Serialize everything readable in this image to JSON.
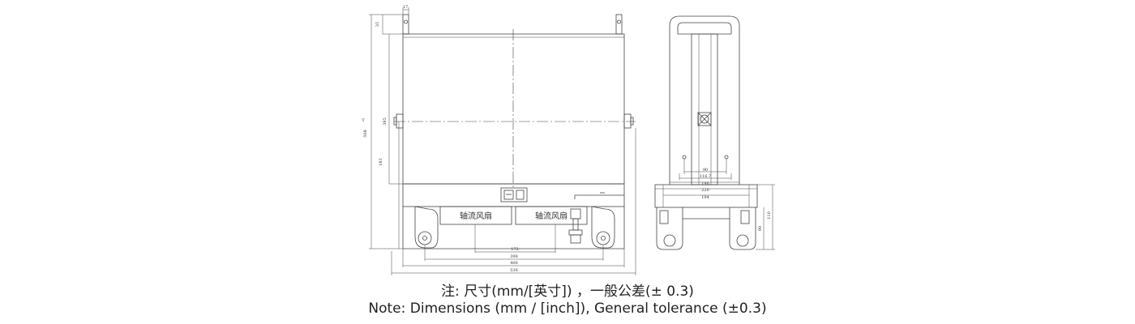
{
  "drawing": {
    "front_view": {
      "fan_label_left": "轴流风扇",
      "fan_label_right": "轴流风扇",
      "dim_top_offset": "17",
      "dim_left_height": "T",
      "dim_left_total": "508",
      "dim_left_upper": "35",
      "dim_left_mid": "385",
      "dim_left_lower": "183",
      "dim_bottom_172": "172",
      "dim_bottom_398": "398",
      "dim_bottom_406": "406",
      "dim_bottom_536": "536"
    },
    "side_view": {
      "dim_90": "90",
      "dim_116": "116.7",
      "dim_146": "146",
      "dim_220": "220",
      "dim_194": "194",
      "dim_right_110": "110",
      "dim_right_90": "90"
    }
  },
  "notes": {
    "chinese": "注: 尺寸(mm/[英寸]) ，一般公差(± 0.3)",
    "english": "Note: Dimensions (mm / [inch]), General tolerance (±0.3)"
  }
}
